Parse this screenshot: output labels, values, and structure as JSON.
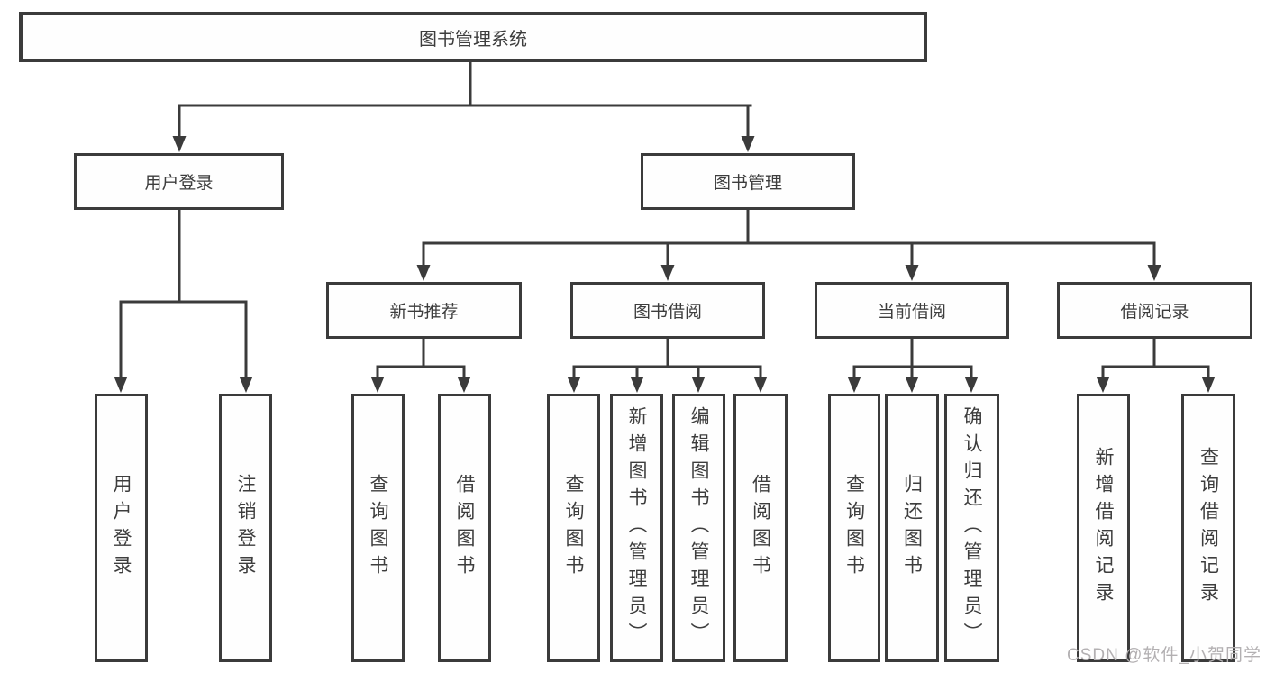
{
  "diagram_type": "hierarchy-tree",
  "tree": {
    "root": {
      "label": "图书管理系统"
    },
    "branches": [
      {
        "label": "用户登录",
        "children": [
          {
            "label": "用户登录"
          },
          {
            "label": "注销登录"
          }
        ]
      },
      {
        "label": "图书管理",
        "children": [
          {
            "label": "新书推荐",
            "children": [
              {
                "label": "查询图书"
              },
              {
                "label": "借阅图书"
              }
            ]
          },
          {
            "label": "图书借阅",
            "children": [
              {
                "label": "查询图书"
              },
              {
                "label": "新增图书（管理员）"
              },
              {
                "label": "编辑图书（管理员）"
              },
              {
                "label": "借阅图书"
              }
            ]
          },
          {
            "label": "当前借阅",
            "children": [
              {
                "label": "查询图书"
              },
              {
                "label": "归还图书"
              },
              {
                "label": "确认归还（管理员）"
              }
            ]
          },
          {
            "label": "借阅记录",
            "children": [
              {
                "label": "新增借阅记录"
              },
              {
                "label": "查询借阅记录"
              }
            ]
          }
        ]
      }
    ]
  },
  "watermark": {
    "text": "CSDN @软件_小贺同学"
  },
  "colors": {
    "line": "#3b3b3b",
    "text": "#3d3d3d",
    "watermark": "#b3b0b2",
    "background": "#ffffff"
  }
}
